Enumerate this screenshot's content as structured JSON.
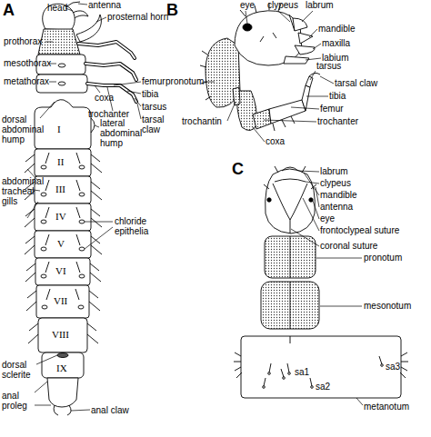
{
  "diagram": {
    "labels": [
      "A",
      "head",
      "antenna",
      "prosternal horn",
      "prothorax",
      "mesothorax",
      "metathorax",
      "femur",
      "coxa",
      "tibia",
      "trochanter",
      "tarsus",
      "tarsal claw",
      "dorsal abdominal hump",
      "I",
      "lateral abdominal hump",
      "II",
      "abdominal tracheal gills",
      "III",
      "IV",
      "chloride epithelia",
      "V",
      "VI",
      "VII",
      "VIII",
      "dorsal sclerite",
      "IX",
      "anal proleg",
      "anal claw",
      "B",
      "eye",
      "clypeus",
      "labrum",
      "mandible",
      "maxilla",
      "labium",
      "pronotum",
      "tarsus",
      "tarsal claw",
      "tibia",
      "femur",
      "trochanter",
      "trochantin",
      "coxa",
      "C",
      "labrum",
      "clypeus",
      "mandible",
      "antenna",
      "eye",
      "frontoclypeal suture",
      "coronal suture",
      "pronotum",
      "mesonotum",
      "sa3",
      "sa1",
      "sa2",
      "metanotum"
    ]
  }
}
